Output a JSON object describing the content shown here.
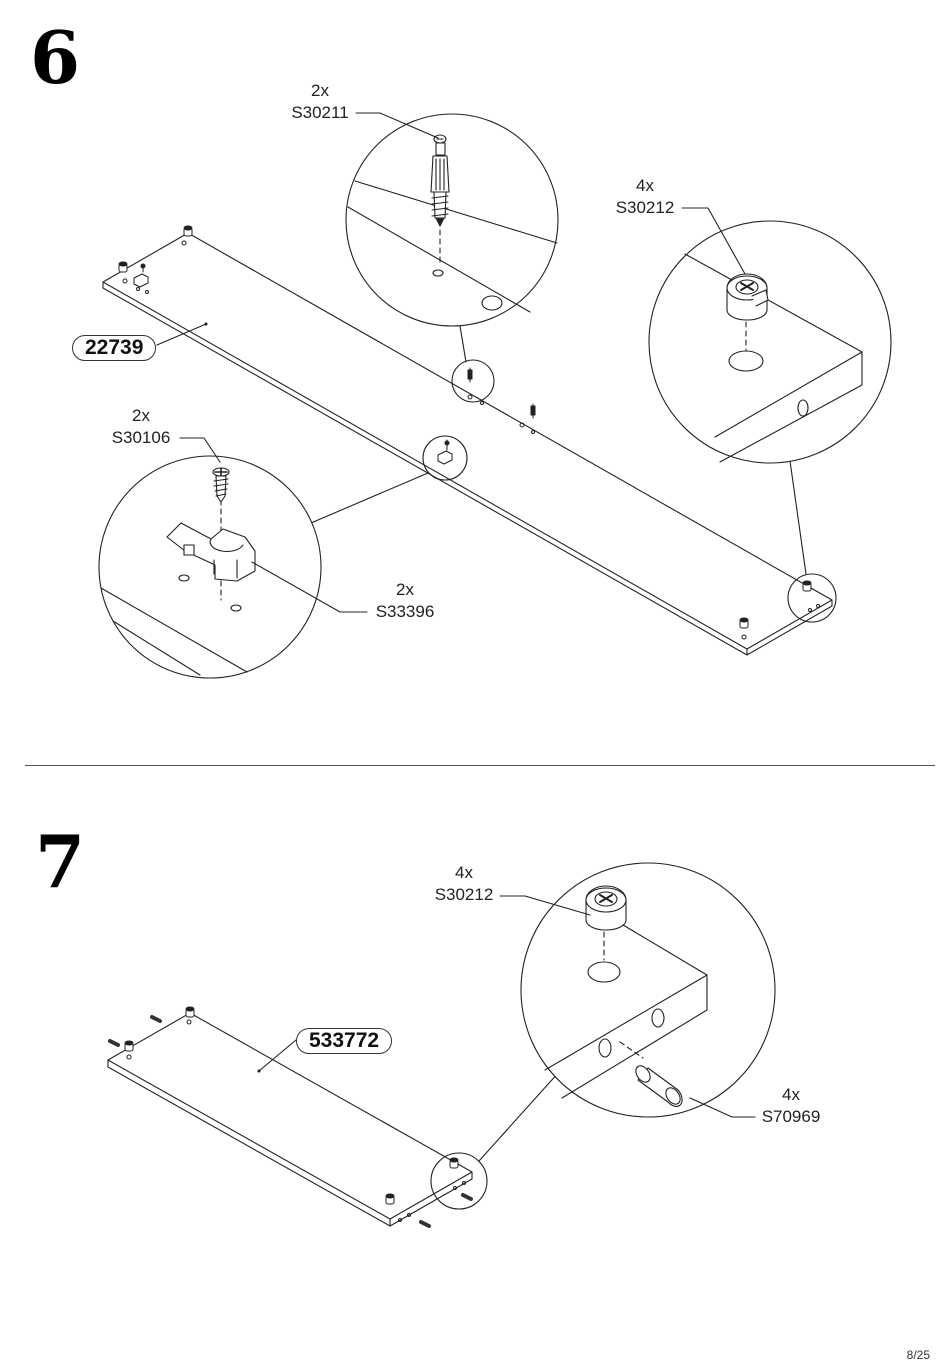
{
  "page_number": "8/25",
  "steps": [
    {
      "number": "6",
      "panel_part": "22739",
      "callouts": [
        {
          "qty": "2x",
          "code": "S30211"
        },
        {
          "qty": "4x",
          "code": "S30212"
        },
        {
          "qty": "2x",
          "code": "S30106"
        },
        {
          "qty": "2x",
          "code": "S33396"
        }
      ]
    },
    {
      "number": "7",
      "panel_part": "533772",
      "callouts": [
        {
          "qty": "4x",
          "code": "S30212"
        },
        {
          "qty": "4x",
          "code": "S70969"
        }
      ]
    }
  ]
}
